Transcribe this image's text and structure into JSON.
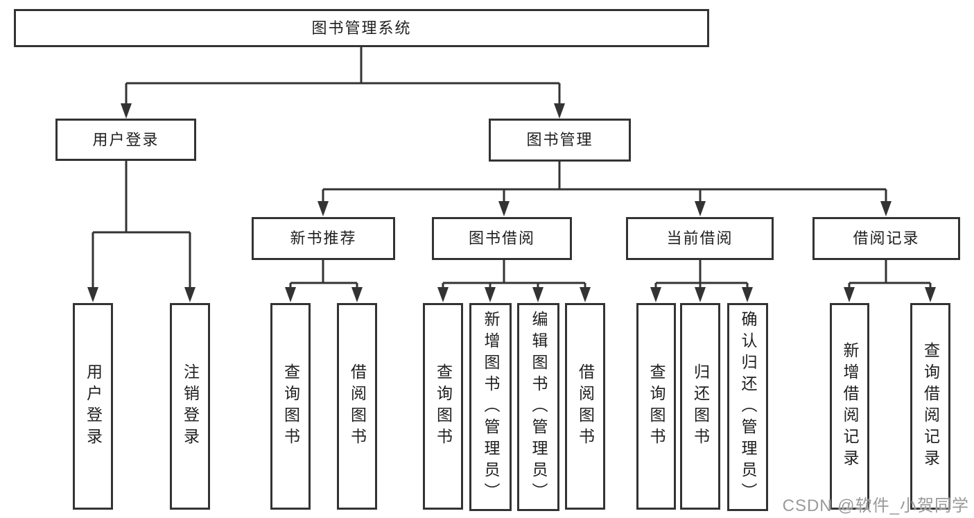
{
  "tree": {
    "root": {
      "label": "图书管理系统"
    },
    "branches": [
      {
        "label": "用户登录",
        "children": [
          {
            "label": "用户登录"
          },
          {
            "label": "注销登录"
          }
        ]
      },
      {
        "label": "图书管理",
        "children": [
          {
            "label": "新书推荐",
            "children": [
              {
                "label": "查询图书"
              },
              {
                "label": "借阅图书"
              }
            ]
          },
          {
            "label": "图书借阅",
            "children": [
              {
                "label": "查询图书"
              },
              {
                "label": "新增图书（管理员）"
              },
              {
                "label": "编辑图书（管理员）"
              },
              {
                "label": "借阅图书"
              }
            ]
          },
          {
            "label": "当前借阅",
            "children": [
              {
                "label": "查询图书"
              },
              {
                "label": "归还图书"
              },
              {
                "label": "确认归还（管理员）"
              }
            ]
          },
          {
            "label": "借阅记录",
            "children": [
              {
                "label": "新增借阅记录"
              },
              {
                "label": "查询借阅记录"
              }
            ]
          }
        ]
      }
    ]
  },
  "watermark": {
    "text": "CSDN @软件_小贺同学"
  },
  "colors": {
    "line": "#333333",
    "box_border": "#333333",
    "box_fill": "#ffffff",
    "text": "#1f1f1f",
    "watermark": "#9a9a9a",
    "background": "#ffffff"
  }
}
